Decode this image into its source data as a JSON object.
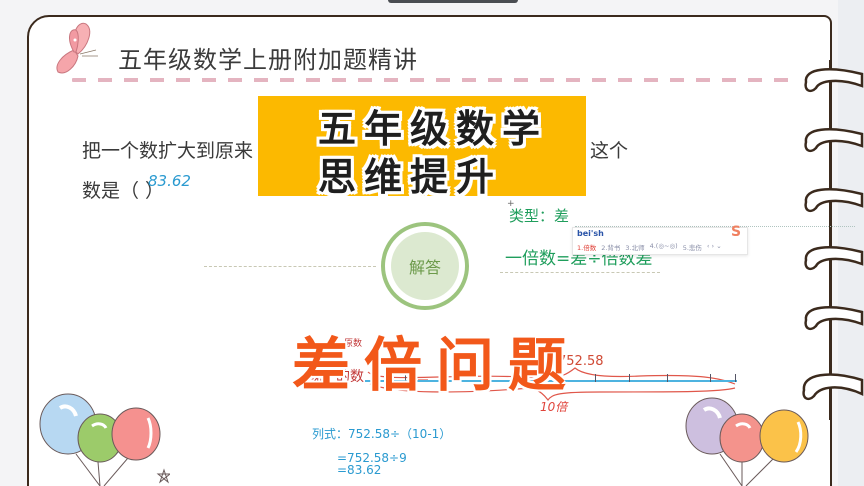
{
  "header": {
    "title": "五年级数学上册附加题精讲"
  },
  "banner": {
    "line1": "五年级数学",
    "line2": "思维提升"
  },
  "question": {
    "line1_start": "把一个数扩大到原来",
    "line1_end": "这个",
    "line2": "数是（     ）",
    "handwritten_answer": "83.62"
  },
  "answer_badge": {
    "label": "解答"
  },
  "notes": {
    "type_label": "类型：差",
    "formula": "一倍数=差÷倍数差"
  },
  "ime": {
    "input": "bei'sh",
    "candidates": [
      "1.倍数",
      "2.背书",
      "3.北师",
      "4.(◎~◎)",
      "5.悲伤"
    ],
    "nav": "‹ › ⌄",
    "logo": "S"
  },
  "big_title": "差倍问题",
  "diagram": {
    "label_top": "原数",
    "label_left": "现在的数",
    "difference_label": "数是752.58",
    "times_label": "10倍",
    "ticks": 10
  },
  "calculation": {
    "line1": "列式：752.58÷（10-1）",
    "line2": "=752.58÷9",
    "line3": "=83.62"
  },
  "colors": {
    "banner_bg": "#fcb900",
    "big_title": "#f2581a",
    "green_text": "#1f9e5c",
    "blue_text": "#2a9ad0",
    "frame": "#3b2a1d"
  }
}
